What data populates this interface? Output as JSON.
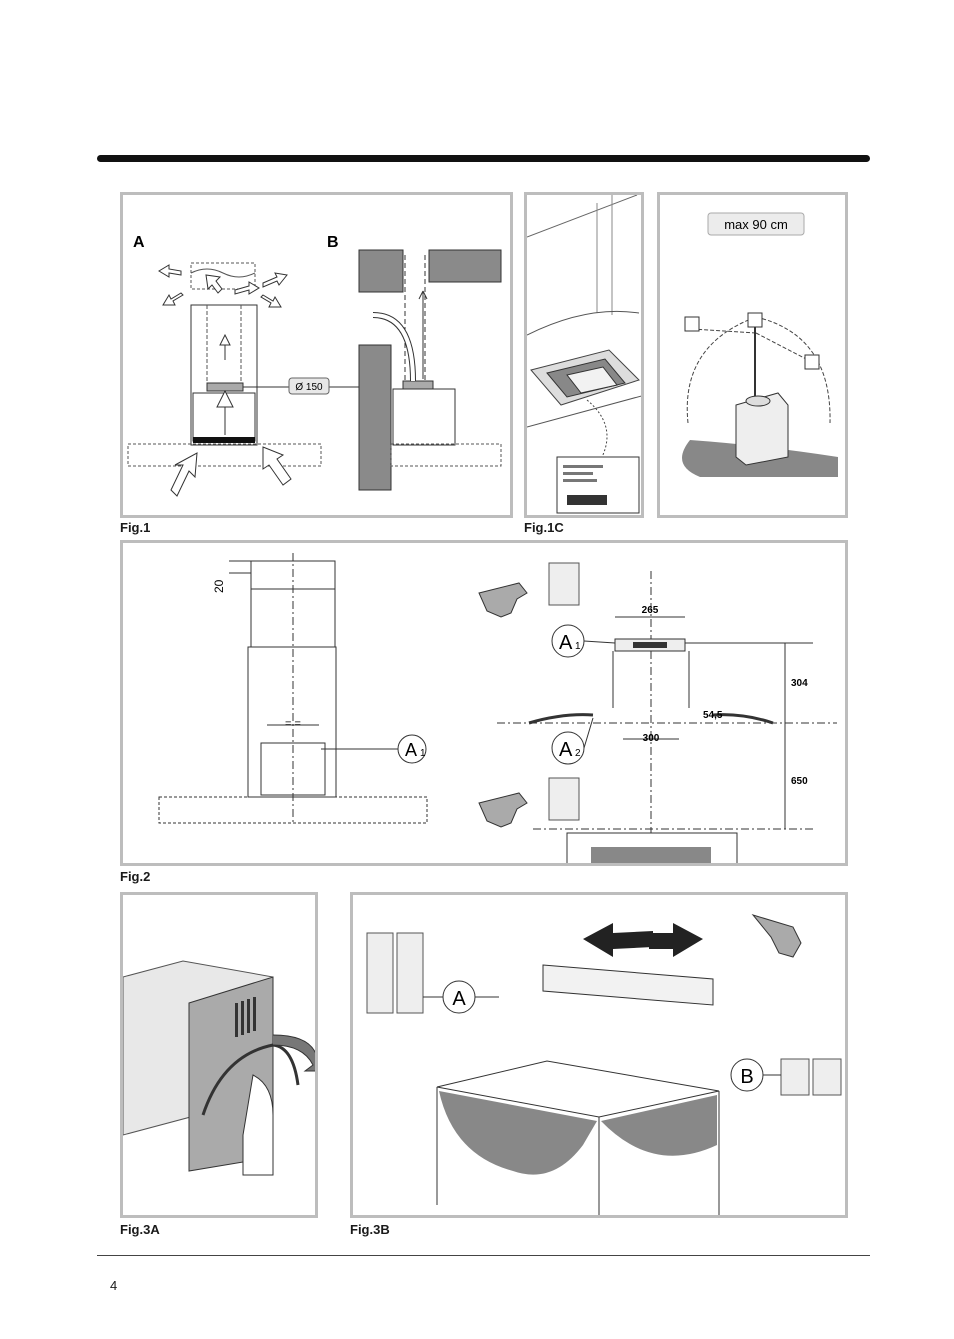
{
  "fig1": {
    "caption": "Fig.1",
    "label_a": "A",
    "label_b": "B",
    "diameter": "Ø 150"
  },
  "fig1c": {
    "caption": "Fig.1C",
    "max_height": "max 90 cm"
  },
  "fig2": {
    "caption": "Fig.2",
    "dim_20": "20",
    "dim_265": "265",
    "dim_304": "304",
    "dim_54_5": "54,5",
    "dim_300": "300",
    "dim_650": "650",
    "equal_sign": "= =",
    "a1_letter": "A",
    "a1_sub": "1",
    "a2_letter": "A",
    "a2_sub": "2"
  },
  "fig3a": {
    "caption": "Fig.3A"
  },
  "fig3b": {
    "caption": "Fig.3B",
    "label_a": "A",
    "label_b": "B"
  },
  "page_number": "4"
}
